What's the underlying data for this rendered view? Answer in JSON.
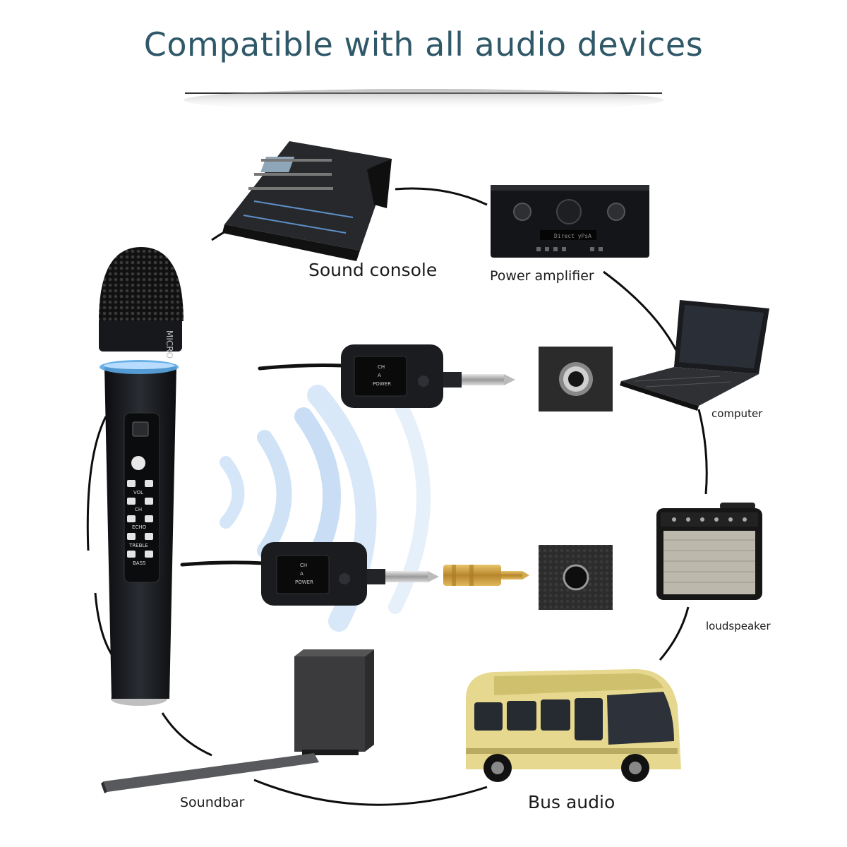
{
  "title": "Compatible with all audio devices",
  "devices": {
    "sound_console": "Sound console",
    "power_amplifier": "Power amplifier",
    "computer": "computer",
    "loudspeaker": "loudspeaker",
    "bus_audio": "Bus audio",
    "soundbar": "Soundbar"
  },
  "microphone": {
    "brand_text": "MICRO",
    "button_labels": [
      "VOL",
      "CH",
      "ECHO",
      "TREBLE",
      "BASS"
    ]
  },
  "receiver": {
    "screen_lines": [
      "CH",
      "A",
      "POWER"
    ]
  },
  "amplifier": {
    "display_text": "Direct yPsA"
  },
  "colors": {
    "title": "#2f5868",
    "accent_ring": "#5aa9e6",
    "wave": "#cfe3f7",
    "connector_gold": "#c9a24a",
    "bus_body": "#e6d88e"
  },
  "icons": [
    "microphone-icon",
    "receiver-icon",
    "jack-socket-icon",
    "adapter-icon",
    "bus-icon",
    "laptop-icon",
    "amp-icon",
    "mixer-icon",
    "speaker-icon",
    "soundbar-icon"
  ]
}
